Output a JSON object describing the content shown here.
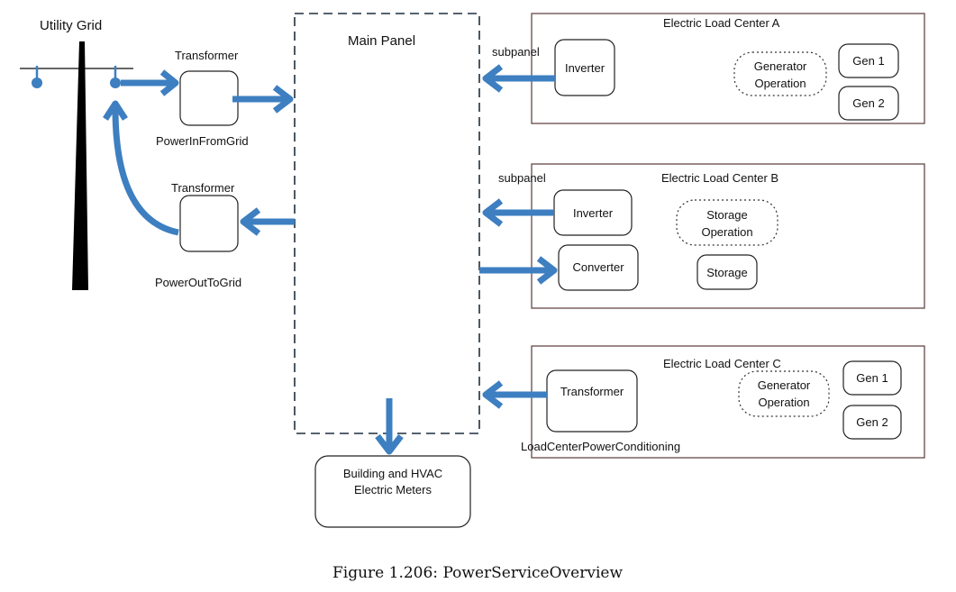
{
  "utility_grid": {
    "label": "Utility Grid"
  },
  "main_panel": {
    "label": "Main Panel"
  },
  "transformer_in": {
    "label": "Transformer",
    "caption": "PowerInFromGrid"
  },
  "transformer_out": {
    "label": "Transformer",
    "caption": "PowerOutToGrid"
  },
  "building_meters": {
    "line1": "Building and HVAC",
    "line2": "Electric Meters"
  },
  "load_center_a": {
    "title": "Electric Load Center A",
    "subpanel": "subpanel",
    "inverter": "Inverter",
    "operation": [
      "Generator",
      "Operation"
    ],
    "gen1": "Gen 1",
    "gen2": "Gen 2"
  },
  "load_center_b": {
    "title": "Electric Load Center B",
    "subpanel": "subpanel",
    "inverter": "Inverter",
    "converter": "Converter",
    "operation": [
      "Storage",
      "Operation"
    ],
    "storage": "Storage"
  },
  "load_center_c": {
    "title": "Electric Load Center C",
    "transformer": "Transformer",
    "caption": "LoadCenterPowerConditioning",
    "operation": [
      "Generator",
      "Operation"
    ],
    "gen1": "Gen 1",
    "gen2": "Gen 2"
  },
  "figure_caption": "Figure 1.206: PowerServiceOverview",
  "colors": {
    "flow_arrow": "#3d7fc0",
    "tower": "#000000",
    "load_center_border": "#5a3a3a"
  }
}
